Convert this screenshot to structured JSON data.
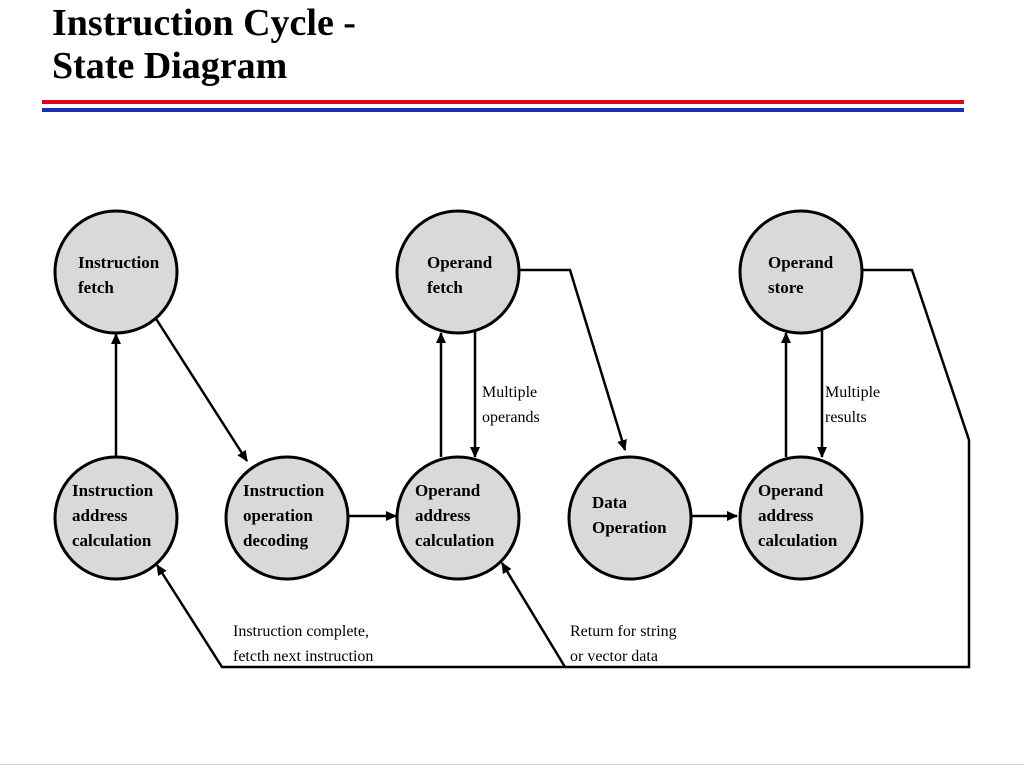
{
  "title": {
    "line1": "Instruction Cycle -",
    "line2": "State Diagram"
  },
  "colors": {
    "rule_top": "#e0001b",
    "rule_bottom": "#1b2fb4",
    "node_fill": "#d9d9d9"
  },
  "nodes": {
    "instruction_fetch": {
      "lines": [
        "Instruction",
        "fetch"
      ]
    },
    "operand_fetch": {
      "lines": [
        "Operand",
        "fetch"
      ]
    },
    "operand_store": {
      "lines": [
        "Operand",
        "store"
      ]
    },
    "instruction_address_calculation": {
      "lines": [
        "Instruction",
        "address",
        "calculation"
      ]
    },
    "instruction_operation_decoding": {
      "lines": [
        "Instruction",
        "operation",
        "decoding"
      ]
    },
    "operand_address_calculation_1": {
      "lines": [
        "Operand",
        "address",
        "calculation"
      ]
    },
    "data_operation": {
      "lines": [
        "Data",
        "Operation"
      ]
    },
    "operand_address_calculation_2": {
      "lines": [
        "Operand",
        "address",
        "calculation"
      ]
    }
  },
  "labels": {
    "multiple_operands": [
      "Multiple",
      "operands"
    ],
    "multiple_results": [
      "Multiple",
      "results"
    ],
    "instruction_complete": [
      "Instruction complete,",
      "fetcth next instruction"
    ],
    "return_for_string": [
      "Return for string",
      "or vector data"
    ]
  }
}
